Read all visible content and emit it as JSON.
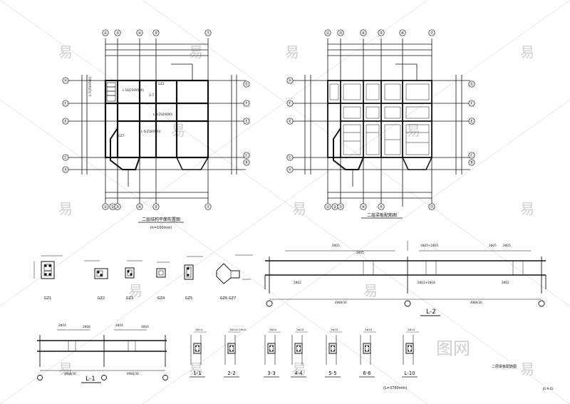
{
  "plan_left": {
    "title": "二层结构平面布置图",
    "subtitle": "(h=100mm)",
    "axis_top": [
      "①",
      "③",
      "④",
      "⑤",
      "⑦"
    ],
    "axis_bottom": [
      "①",
      "②",
      "③",
      "④",
      "⑤",
      "⑦"
    ],
    "axis_left": [
      "Ⓗ",
      "Ⓕ",
      "Ⓔ",
      "Ⓒ",
      "Ⓐ"
    ],
    "axis_right": [
      "Ⓖ",
      "Ⓕ",
      "Ⓔ",
      "Ⓒ",
      "Ⓑ"
    ],
    "beam_labels": [
      "L-10(250X500)",
      "L-7",
      "GZ3",
      "L-4(250X600)",
      "L-5(250X500)",
      "L-7(250X500)",
      "GZ7"
    ]
  },
  "plan_right": {
    "title": "二层梁板配筋图",
    "axis_top": [
      "①",
      "③",
      "④",
      "⑤",
      "⑥",
      "⑦"
    ],
    "axis_bottom": [
      "①",
      "②",
      "③",
      "④",
      "⑤",
      "⑦"
    ],
    "axis_left": [
      "Ⓗ",
      "Ⓕ",
      "Ⓔ",
      "Ⓒ",
      "Ⓐ"
    ],
    "axis_right": [
      "Ⓖ",
      "Ⓕ",
      "Ⓔ",
      "Ⓒ",
      "Ⓑ"
    ]
  },
  "columns": [
    "GZ1",
    "GZ2",
    "GZ3",
    "GZ4",
    "GZ5",
    "GZ6 GZ7"
  ],
  "beam_l2": {
    "label": "L-2",
    "top_notes": [
      "2Φ25",
      "2Φ25",
      "2Φ25+2Φ20",
      "2Φ25",
      "2Φ25"
    ],
    "mid_notes": [
      "2Φ22",
      "2Φ22+1Φ16",
      "2Φ22"
    ],
    "spans": [
      "4980/30",
      "4980/30"
    ]
  },
  "beam_l1": {
    "label": "L-1",
    "top_notes": [
      "2Φ14",
      "2Φ16",
      "2Φ14",
      "2Φ16"
    ],
    "spans": [
      "4980/30",
      "4980/30"
    ]
  },
  "sections": [
    {
      "label": "1-1",
      "note": "2Φ14"
    },
    {
      "label": "2-2",
      "note": "2Φ14+2Φ12"
    },
    {
      "label": "3-3",
      "note": "2Φ20"
    },
    {
      "label": "4-4",
      "note": "2Φ20"
    },
    {
      "label": "5-5",
      "note": "2Φ20"
    },
    {
      "label": "6-6",
      "note": "2Φ20"
    },
    {
      "label": "L-10",
      "note": "2Φ14"
    }
  ],
  "l10_note": "(L=3790mm)",
  "detail_title": "二层梁板配筋图",
  "sheet_number": "JG-9-02",
  "watermark": "易",
  "watermark_logo": "图网",
  "colors": {
    "line": "#111111",
    "watermark": "#cfcfcf",
    "paper": "#ffffff"
  }
}
